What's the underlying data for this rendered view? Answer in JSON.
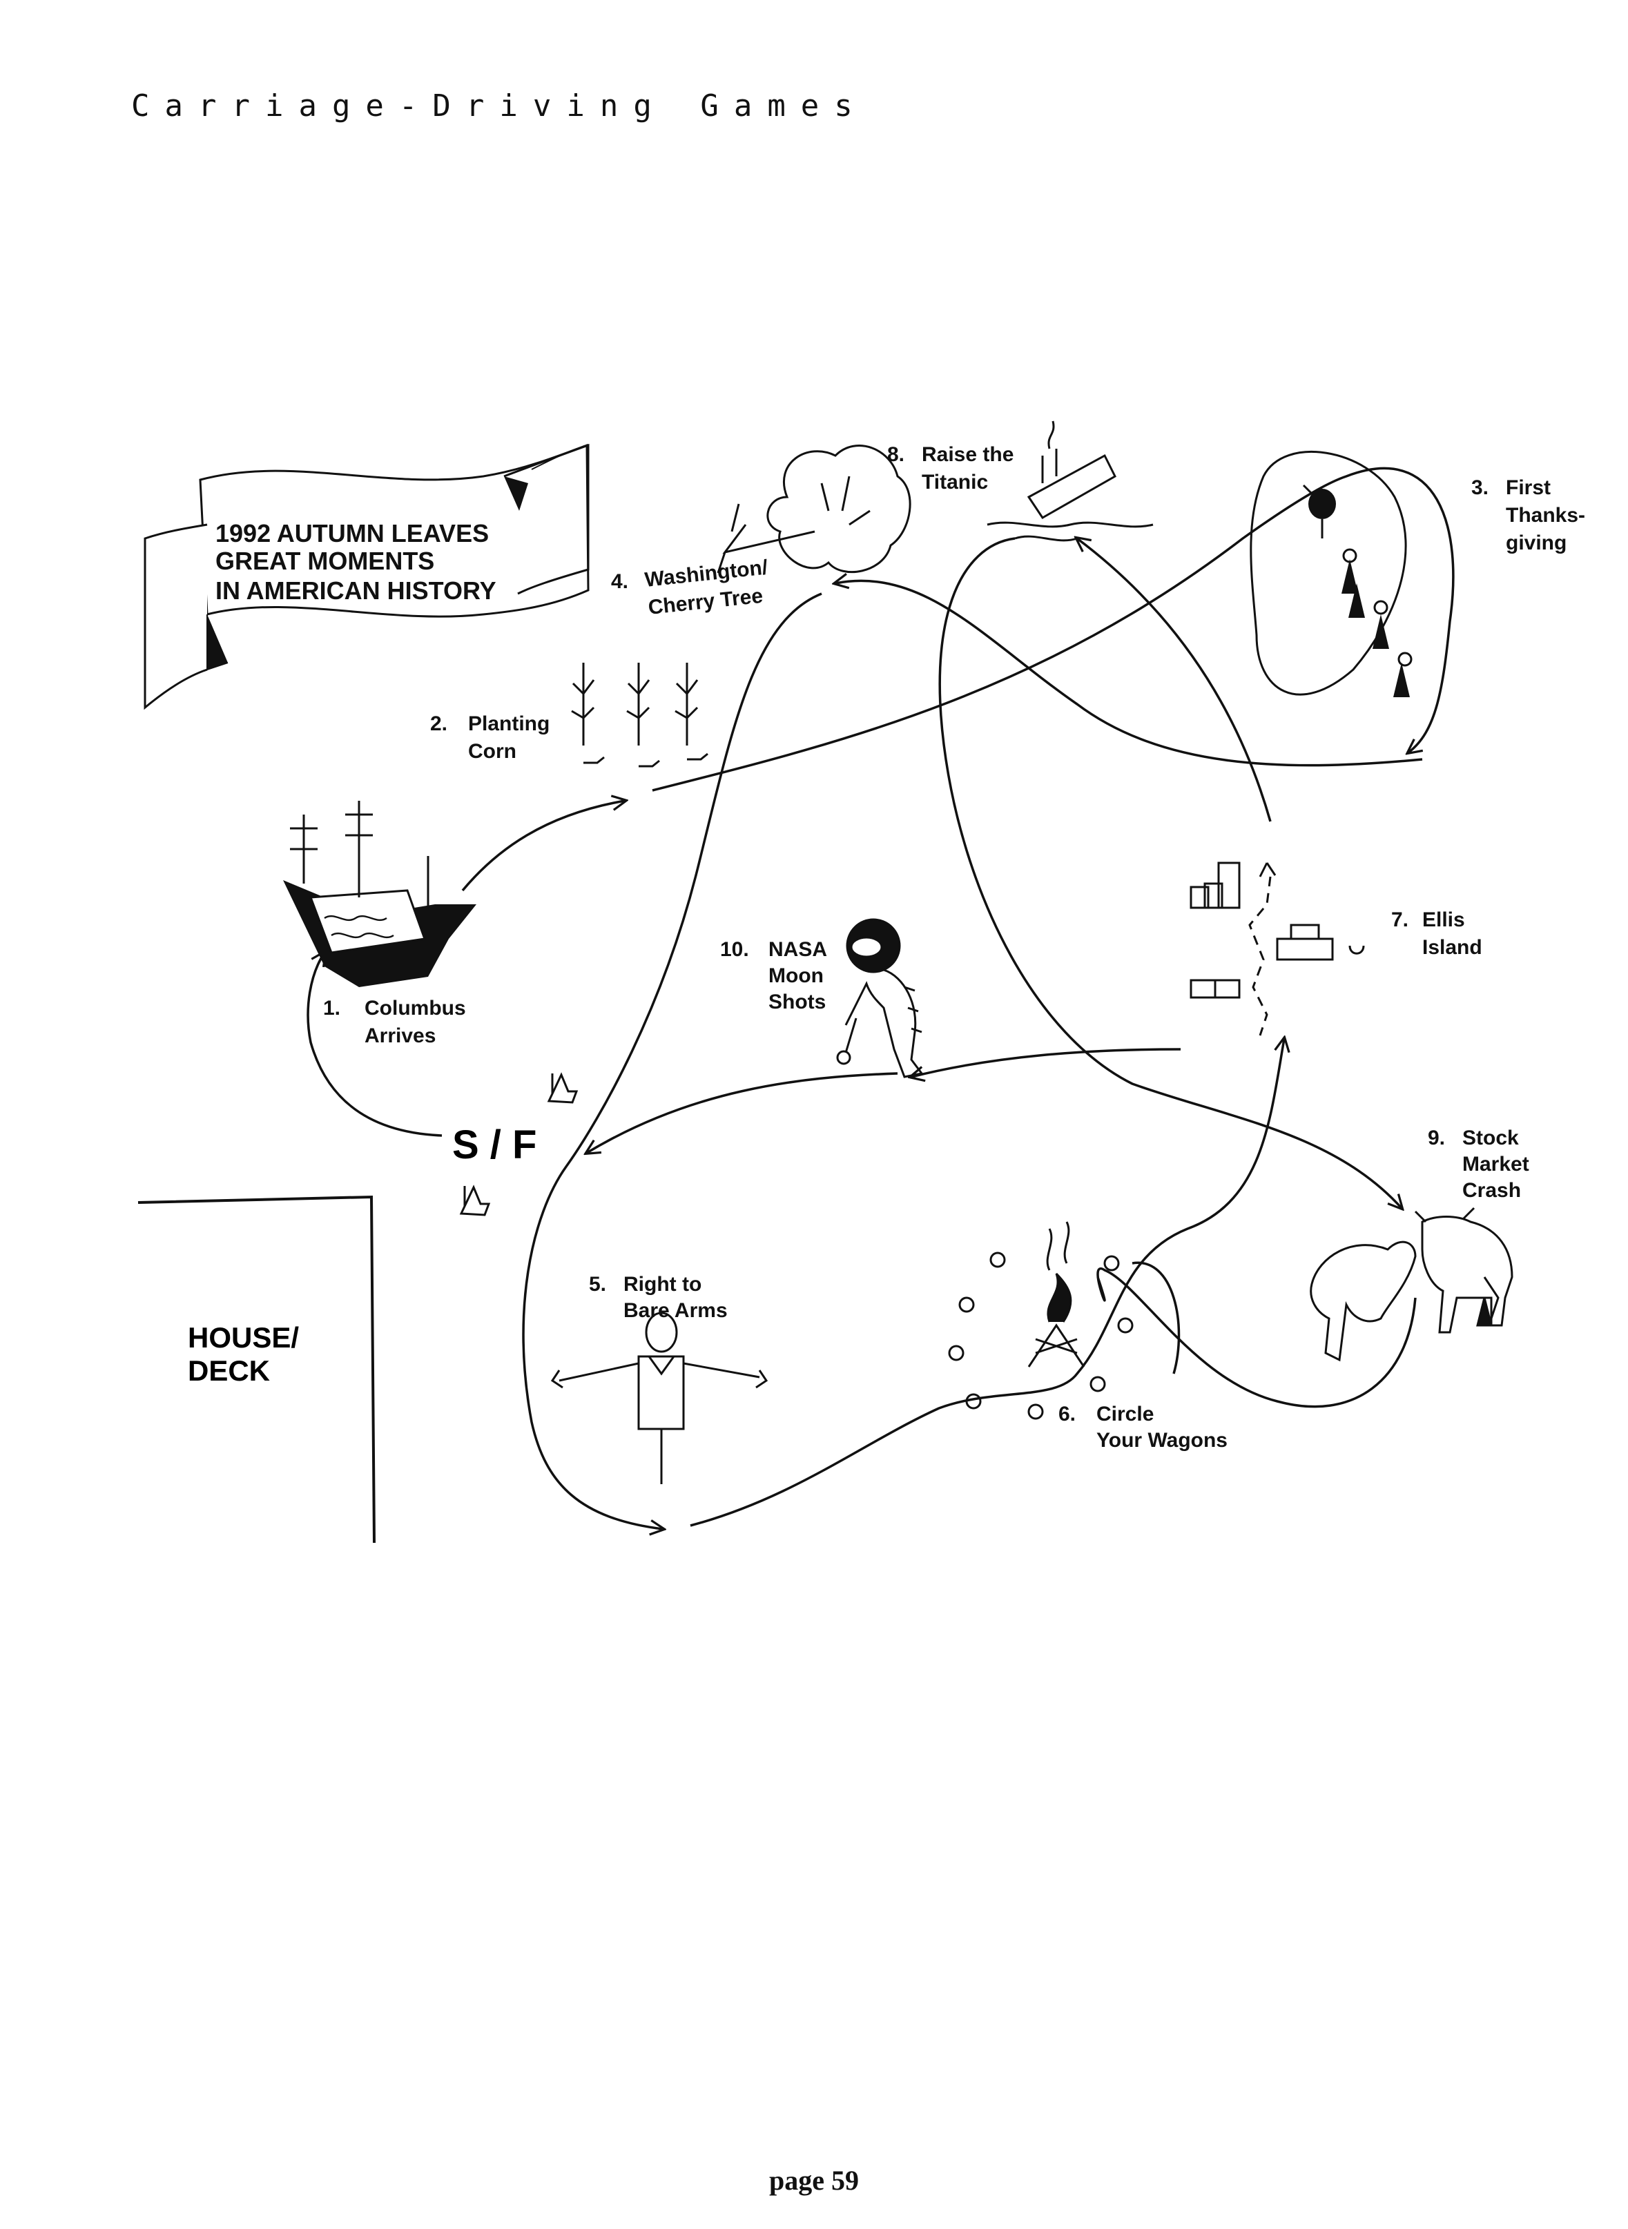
{
  "header": {
    "title": "Carriage-Driving Games"
  },
  "banner": {
    "lines": [
      "1992 AUTUMN LEAVES",
      "GREAT MOMENTS",
      "IN AMERICAN HISTORY"
    ]
  },
  "house": {
    "lines": [
      "HOUSE/",
      "DECK"
    ]
  },
  "start_finish": {
    "label": "S / F"
  },
  "stations": [
    {
      "num": "1.",
      "lines": [
        "Columbus",
        "Arrives"
      ],
      "icon": "ship-icon"
    },
    {
      "num": "2.",
      "lines": [
        "Planting",
        "Corn"
      ],
      "icon": "corn-icon"
    },
    {
      "num": "3.",
      "lines": [
        "First",
        "Thanks-",
        "giving"
      ],
      "icon": "pilgrims-icon"
    },
    {
      "num": "4.",
      "lines": [
        "Washington/",
        "Cherry Tree"
      ],
      "icon": "cherry-tree-icon"
    },
    {
      "num": "5.",
      "lines": [
        "Right to",
        "Bare Arms"
      ],
      "icon": "scarecrow-icon"
    },
    {
      "num": "6.",
      "lines": [
        "Circle",
        "Your Wagons"
      ],
      "icon": "campfire-icon"
    },
    {
      "num": "7.",
      "lines": [
        "Ellis",
        "Island"
      ],
      "icon": "luggage-icon"
    },
    {
      "num": "8.",
      "lines": [
        "Raise the",
        "Titanic"
      ],
      "icon": "sinking-ship-icon"
    },
    {
      "num": "9.",
      "lines": [
        "Stock",
        "Market",
        "Crash"
      ],
      "icon": "bull-bear-icon"
    },
    {
      "num": "10.",
      "lines": [
        "NASA",
        "Moon",
        "Shots"
      ],
      "icon": "astronaut-icon"
    }
  ],
  "footer": {
    "page": "page 59"
  }
}
